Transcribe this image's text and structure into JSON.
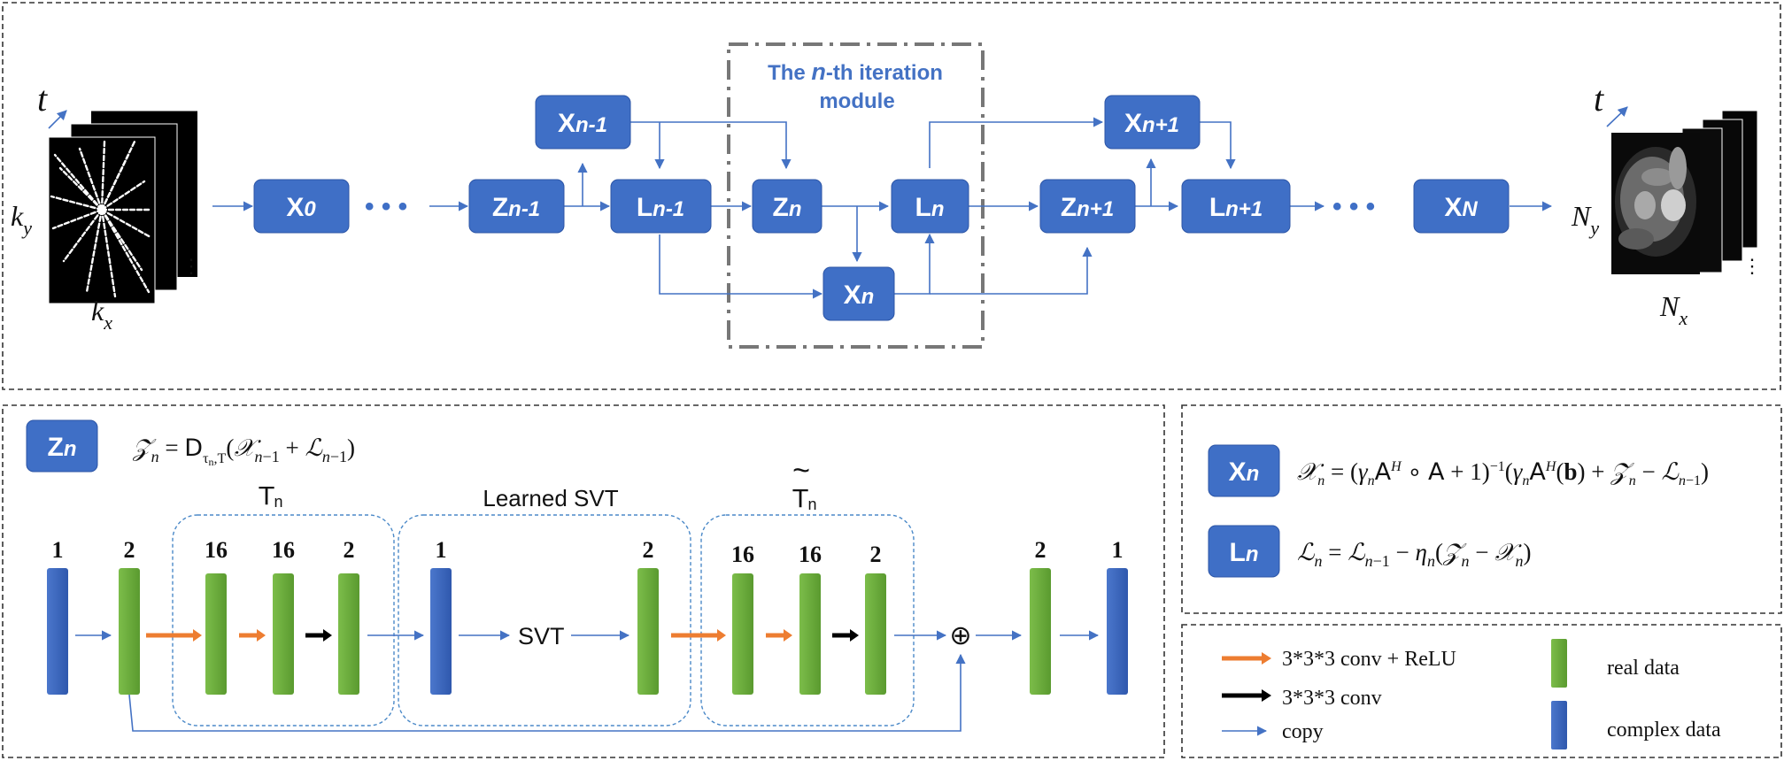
{
  "top": {
    "module_title_line1": "The n-th iteration",
    "module_title_line2": "module",
    "module_title_n": "n",
    "module_title_rest": "-th iteration",
    "input_axes": {
      "t": "t",
      "ky": "k",
      "ky_sub": "y",
      "kx": "k",
      "kx_sub": "x"
    },
    "output_axes": {
      "t": "t",
      "ny": "N",
      "ny_sub": "y",
      "nx": "N",
      "nx_sub": "x"
    },
    "blocks": {
      "x0": {
        "main": "X",
        "sub": "0"
      },
      "zn1": {
        "main": "Z",
        "sub": "n-1"
      },
      "xn1": {
        "main": "X",
        "sub": "n-1"
      },
      "ln1": {
        "main": "L",
        "sub": "n-1"
      },
      "zn": {
        "main": "Z",
        "sub": "n"
      },
      "ln": {
        "main": "L",
        "sub": "n"
      },
      "xn": {
        "main": "X",
        "sub": "n"
      },
      "znp1": {
        "main": "Z",
        "sub": "n+1"
      },
      "xnp1": {
        "main": "X",
        "sub": "n+1"
      },
      "lnp1": {
        "main": "L",
        "sub": "n+1"
      },
      "xN": {
        "main": "X",
        "sub": "N"
      }
    },
    "ellipsis": "• • •"
  },
  "bottom_left": {
    "badge": {
      "main": "Z",
      "sub": "n"
    },
    "group_labels": {
      "tn": "T",
      "tn_sub": "n",
      "svt": "Learned SVT",
      "ttilde": "T",
      "ttilde_sub": "n"
    },
    "svt_label": "SVT",
    "sum_symbol": "⊕",
    "channels": [
      "1",
      "2",
      "16",
      "16",
      "2",
      "1",
      "2",
      "16",
      "16",
      "2",
      "2",
      "1"
    ]
  },
  "bottom_right": {
    "xn_badge": {
      "main": "X",
      "sub": "n"
    },
    "ln_badge": {
      "main": "L",
      "sub": "n"
    }
  },
  "legend": {
    "conv_relu": "3*3*3 conv + ReLU",
    "conv": "3*3*3 conv",
    "copy": "copy",
    "real": "real data",
    "complex": "complex data"
  },
  "colors": {
    "block_blue": "#3f6fc6",
    "arrow_blue": "#4472c4",
    "real_green": "#6aab3a",
    "complex_blue": "#3a66c0",
    "orange_arrow": "#ed7d31",
    "black_arrow": "#000000"
  }
}
